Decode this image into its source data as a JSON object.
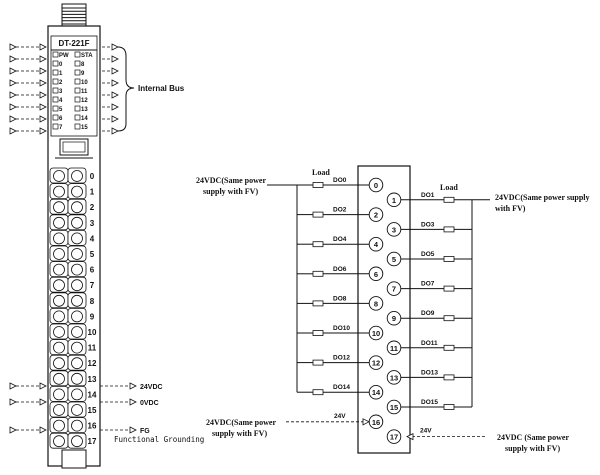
{
  "module": {
    "model": "DT-221F",
    "pw_label": "PW",
    "sta_label": "STA",
    "led_left": [
      "0",
      "1",
      "2",
      "3",
      "4",
      "5",
      "6",
      "7"
    ],
    "led_right": [
      "8",
      "9",
      "10",
      "11",
      "12",
      "13",
      "14",
      "15"
    ],
    "internal_bus_label": "Internal Bus",
    "terminals": [
      "0",
      "1",
      "2",
      "3",
      "4",
      "5",
      "6",
      "7",
      "8",
      "9",
      "10",
      "11",
      "12",
      "13",
      "14",
      "15",
      "16",
      "17"
    ],
    "power_labels": {
      "v24": "24VDC",
      "v0": "0VDC",
      "fg": "FG",
      "fg_desc": "Functional Grounding"
    }
  },
  "wiring": {
    "load_label": "Load",
    "left_supply": "24VDC(Same power supply with FV)",
    "right_supply": "24VDC(Same power supply with FV)",
    "bottom_left_supply": "24VDC(Same power supply with FV)",
    "bottom_right_supply": "24VDC (Same power supply with FV)",
    "left_outputs": [
      "DO0",
      "DO2",
      "DO4",
      "DO6",
      "DO8",
      "DO10",
      "DO12",
      "DO14"
    ],
    "right_outputs": [
      "DO1",
      "DO3",
      "DO5",
      "DO7",
      "DO9",
      "DO11",
      "DO13",
      "DO15"
    ],
    "terminals": [
      "0",
      "1",
      "2",
      "3",
      "4",
      "5",
      "6",
      "7",
      "8",
      "9",
      "10",
      "11",
      "12",
      "13",
      "14",
      "15",
      "16",
      "17"
    ],
    "v24_label": "24V"
  }
}
